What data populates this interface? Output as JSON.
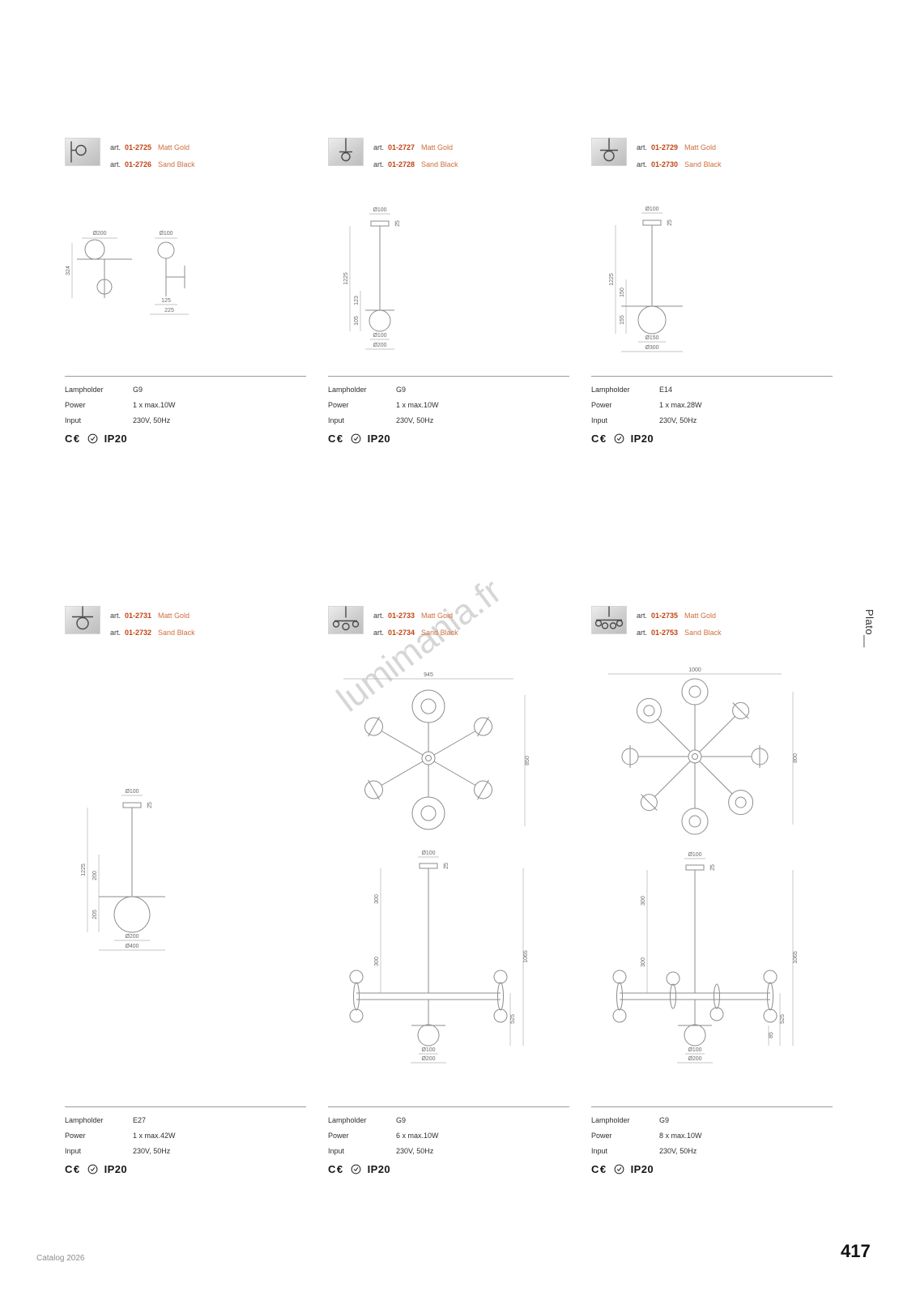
{
  "page": {
    "watermark": "lumimania.fr",
    "series_label": "Plato__",
    "footer": {
      "catalog": "Catalog 2026",
      "page_number": "417"
    }
  },
  "labels": {
    "art": "art.",
    "lampholder": "Lampholder",
    "power": "Power",
    "input": "Input",
    "ce_mark": "C€",
    "ip_rating": "IP20"
  },
  "colors": {
    "accent": "#c04515",
    "finish_text": "#cf6e3e",
    "drawing_line": "#8d8d8d"
  },
  "products": [
    {
      "variants": [
        {
          "art": "01-2725",
          "finish": "Matt Gold"
        },
        {
          "art": "01-2726",
          "finish": "Sand Black"
        }
      ],
      "specs": {
        "lampholder": "G9",
        "power": "1 x max.10W",
        "input": "230V, 50Hz"
      },
      "dims": [
        "Ø200",
        "324",
        "Ø100",
        "125",
        "225"
      ]
    },
    {
      "variants": [
        {
          "art": "01-2727",
          "finish": "Matt Gold"
        },
        {
          "art": "01-2728",
          "finish": "Sand Black"
        }
      ],
      "specs": {
        "lampholder": "G9",
        "power": "1 x max.10W",
        "input": "230V, 50Hz"
      },
      "dims": [
        "Ø100",
        "25",
        "1225",
        "123",
        "105",
        "Ø100",
        "Ø200"
      ]
    },
    {
      "variants": [
        {
          "art": "01-2729",
          "finish": "Matt Gold"
        },
        {
          "art": "01-2730",
          "finish": "Sand Black"
        }
      ],
      "specs": {
        "lampholder": "E14",
        "power": "1 x max.28W",
        "input": "230V, 50Hz"
      },
      "dims": [
        "Ø100",
        "25",
        "1225",
        "150",
        "155",
        "Ø150",
        "Ø300"
      ]
    },
    {
      "variants": [
        {
          "art": "01-2731",
          "finish": "Matt Gold"
        },
        {
          "art": "01-2732",
          "finish": "Sand Black"
        }
      ],
      "specs": {
        "lampholder": "E27",
        "power": "1 x max.42W",
        "input": "230V, 50Hz"
      },
      "dims": [
        "Ø100",
        "25",
        "1225",
        "200",
        "205",
        "Ø200",
        "Ø400"
      ]
    },
    {
      "variants": [
        {
          "art": "01-2733",
          "finish": "Matt Gold"
        },
        {
          "art": "01-2734",
          "finish": "Sand Black"
        }
      ],
      "specs": {
        "lampholder": "G9",
        "power": "6 x max.10W",
        "input": "230V, 50Hz"
      },
      "dims": [
        "945",
        "850",
        "Ø100",
        "25",
        "300",
        "300",
        "1065",
        "525",
        "Ø100",
        "Ø200"
      ]
    },
    {
      "variants": [
        {
          "art": "01-2735",
          "finish": "Matt Gold"
        },
        {
          "art": "01-2753",
          "finish": "Sand Black"
        }
      ],
      "specs": {
        "lampholder": "G9",
        "power": "8 x max.10W",
        "input": "230V, 50Hz"
      },
      "dims": [
        "1000",
        "800",
        "Ø100",
        "25",
        "300",
        "300",
        "1065",
        "525",
        "85",
        "Ø100",
        "Ø200"
      ]
    }
  ]
}
